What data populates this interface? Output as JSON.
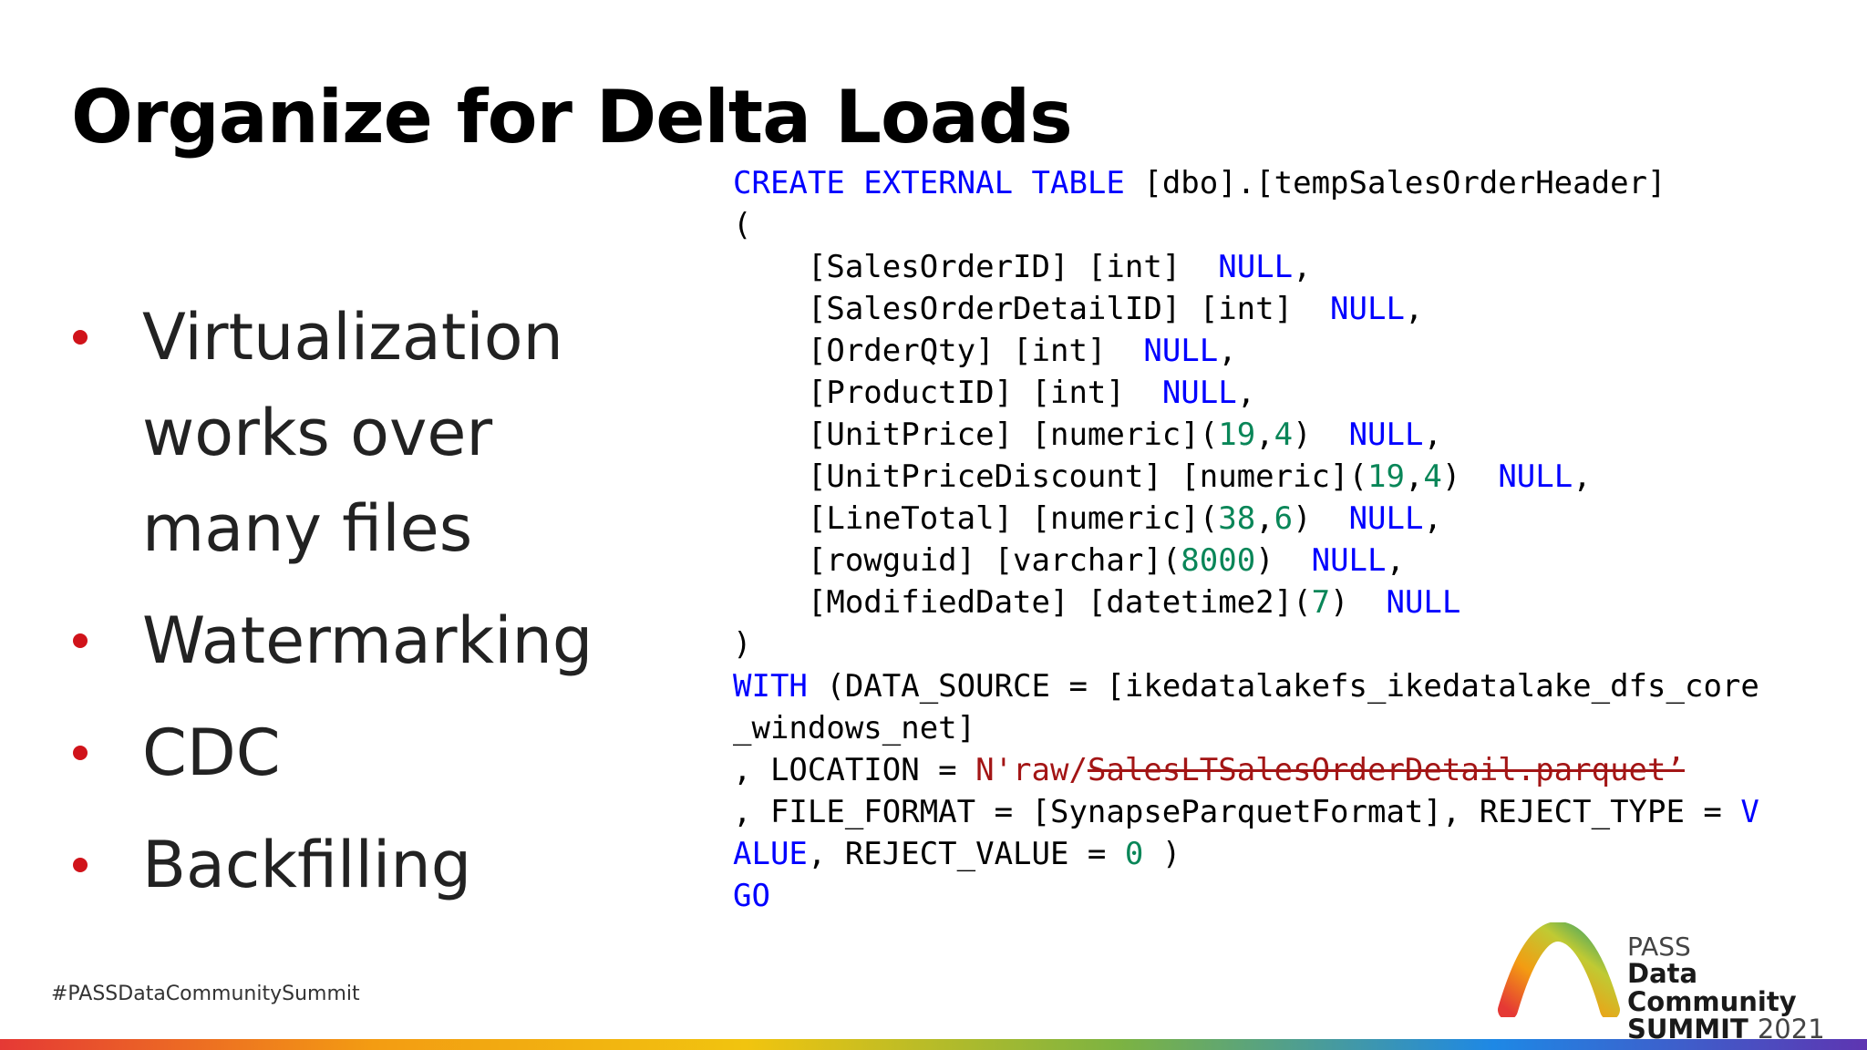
{
  "title": "Organize for Delta Loads",
  "bullets": [
    "Virtualization works over many files",
    "Watermarking",
    "CDC",
    "Backfilling"
  ],
  "code": {
    "l1_kw": "CREATE EXTERNAL TABLE",
    "l1_rest": " [dbo].[tempSalesOrderHeader]",
    "l2": "(",
    "c1_name": "    [SalesOrderID] [int]  ",
    "c2_name": "    [SalesOrderDetailID] [int]  ",
    "c3_name": "    [OrderQty] [int]  ",
    "c4_name": "    [ProductID] [int]  ",
    "c5_name": "    [UnitPrice] [numeric](",
    "c6_name": "    [UnitPriceDiscount] [numeric](",
    "c7_name": "    [LineTotal] [numeric](",
    "c8_name": "    [rowguid] [varchar](",
    "c9_name": "    [ModifiedDate] [datetime2](",
    "null_kw": "NULL",
    "comma": ",",
    "lp_sep": ",",
    "rp_sp": ")  ",
    "n19": "19",
    "n4": "4",
    "n38": "38",
    "n6": "6",
    "n8000": "8000",
    "n7": "7",
    "close_paren": ")",
    "with_kw": "WITH",
    "with_rest": " (DATA_SOURCE = [ikedatalakefs_ikedatalake_dfs_core",
    "ds_cont": "_windows_net]",
    "loc_prefix": ", LOCATION = ",
    "loc_str": "N'raw/",
    "loc_struck": "SalesLTSalesOrderDetail.parquet’",
    "ff_prefix": ", FILE_FORMAT = [SynapseParquetFormat], REJECT_TYPE = ",
    "ff_kw": "V",
    "alue_kw": "ALUE",
    "rv_prefix": ", REJECT_VALUE = ",
    "rv_num": "0",
    "rv_suffix": " )",
    "go_kw": "GO"
  },
  "footer": {
    "hashtag": "#PASSDataCommunitySummit",
    "logo_pass": "PASS",
    "logo_line2": "Data Community",
    "logo_summit": "SUMMIT",
    "logo_year": "2021"
  },
  "colors": {
    "keyword": "#0000ff",
    "number": "#098658",
    "string": "#a31515",
    "bullet": "#d0131a"
  }
}
